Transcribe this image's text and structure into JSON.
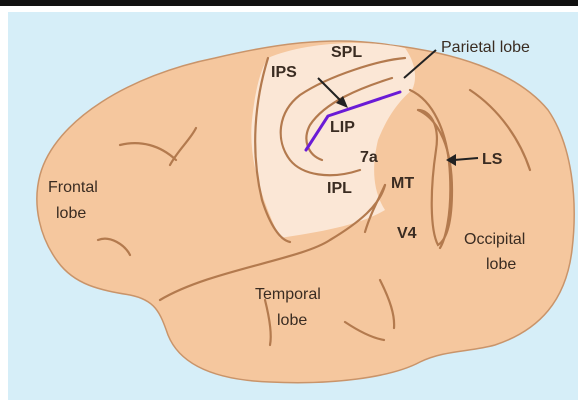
{
  "labels": {
    "parietal_lobe": "Parietal lobe",
    "spl": "SPL",
    "ips": "IPS",
    "lip": "LIP",
    "seven_a": "7a",
    "ipl": "IPL",
    "mt": "MT",
    "ls": "LS",
    "v4": "V4",
    "frontal_lobe_line1": "Frontal",
    "frontal_lobe_line2": "lobe",
    "occipital_lobe_line1": "Occipital",
    "occipital_lobe_line2": "lobe",
    "temporal_lobe_line1": "Temporal",
    "temporal_lobe_line2": "lobe"
  },
  "colors": {
    "background": "#d6eef8",
    "brain_fill": "#f5c79e",
    "parietal_highlight": "#fbe7d6",
    "sulcus_line": "#b37a4e",
    "label_text": "#3a2c22",
    "arrow": "#222222",
    "lip_marker": "#6a1bd6"
  }
}
